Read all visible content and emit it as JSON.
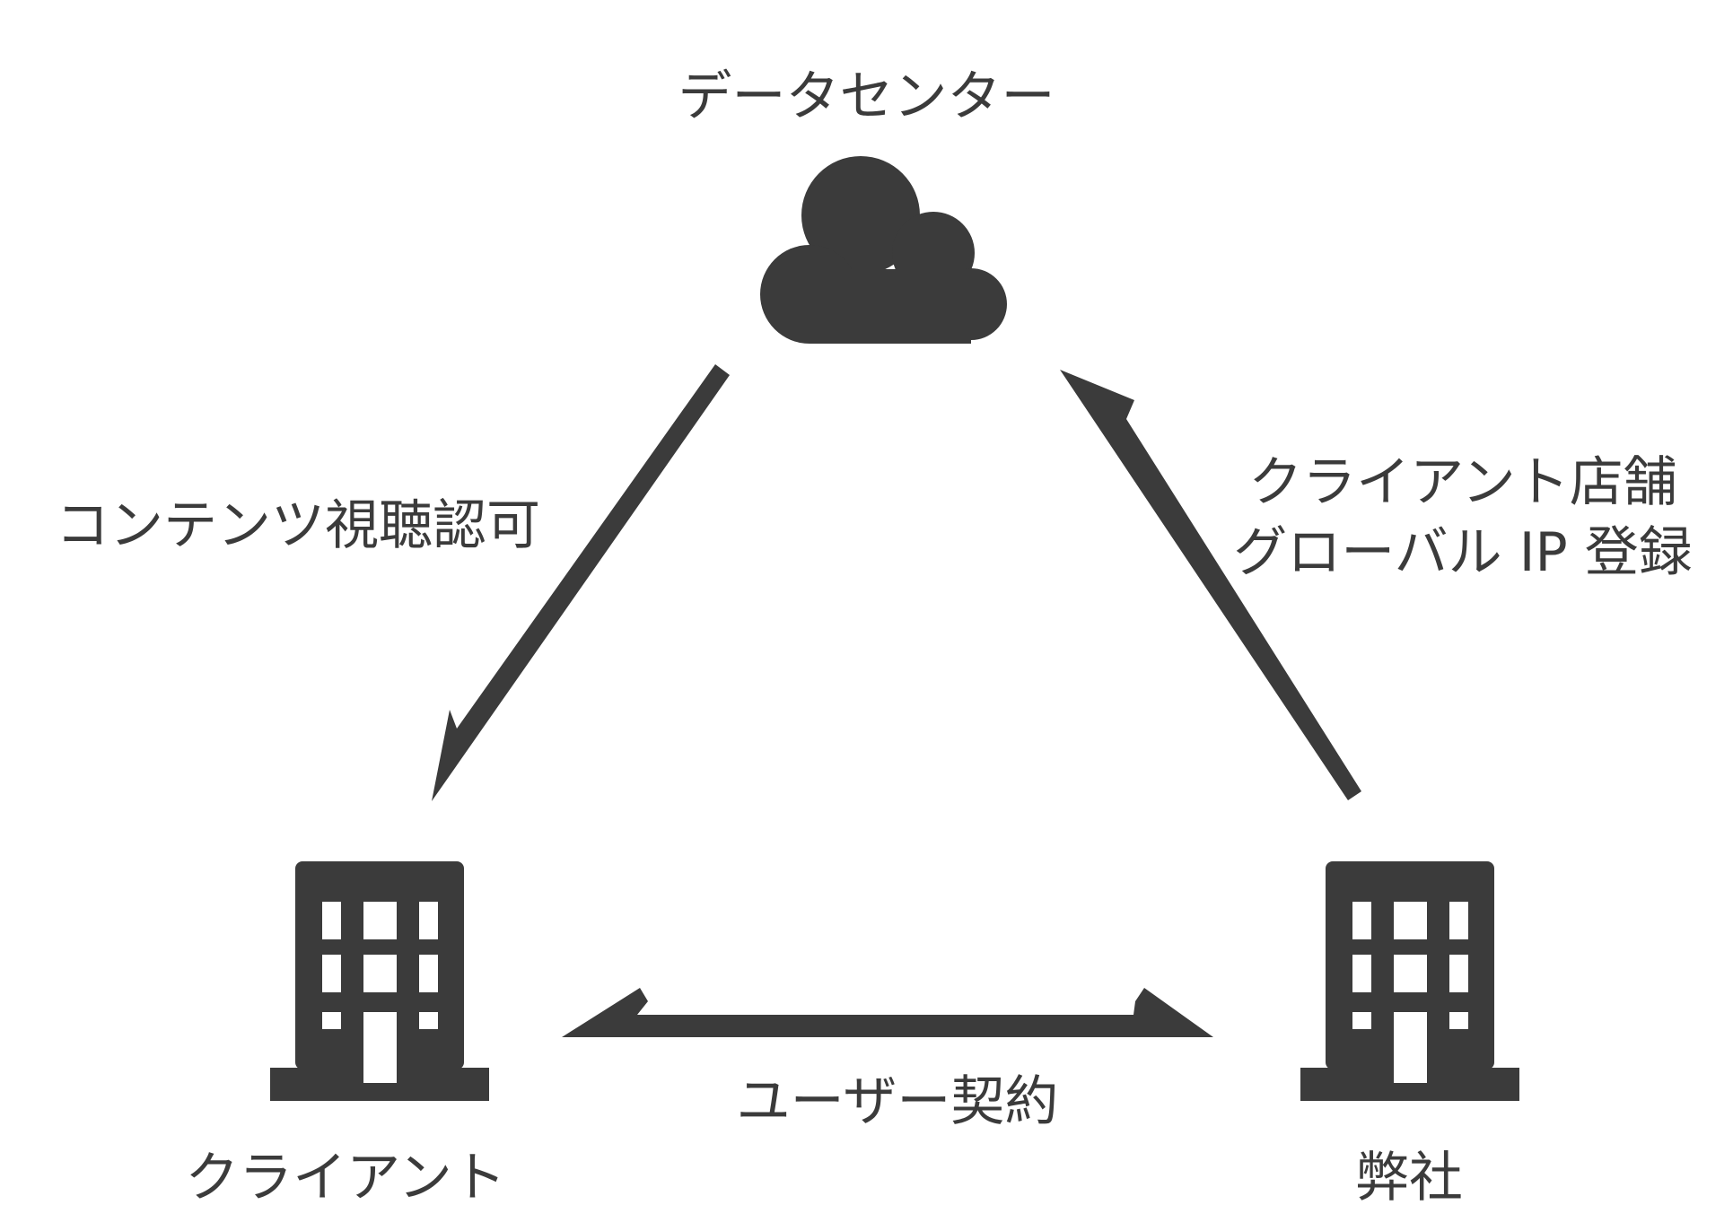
{
  "colors": {
    "shape_fill": "#3b3b3b",
    "background": "#ffffff",
    "text": "#3b3b3b"
  },
  "nodes": {
    "data_center": {
      "label": "データセンター",
      "icon": "cloud-icon"
    },
    "client": {
      "label": "クライアント",
      "icon": "building-icon"
    },
    "company": {
      "label": "弊社",
      "icon": "building-icon"
    }
  },
  "edges": {
    "content_auth": {
      "label": "コンテンツ視聴認可"
    },
    "ip_registration": {
      "line1": "クライアント店舗",
      "line2": "グローバル IP 登録"
    },
    "user_contract": {
      "label": "ユーザー契約"
    }
  }
}
